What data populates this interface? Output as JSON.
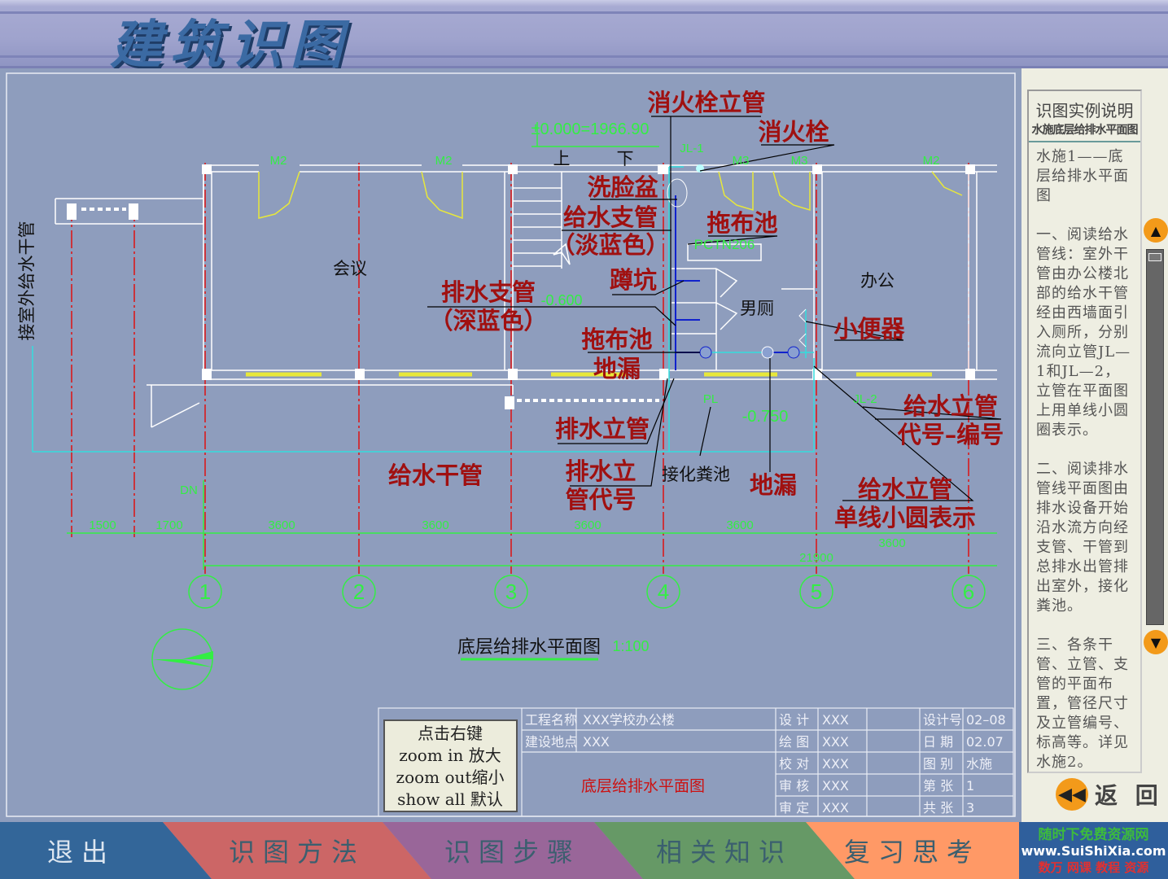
{
  "header": {
    "title": "建筑识图"
  },
  "drawing": {
    "labels": {
      "hydrant_riser": "消火栓立管",
      "hydrant": "消火栓",
      "washbasin": "洗脸盆",
      "supply_branch": "给水支管",
      "supply_branch_color": "（淡蓝色）",
      "mop_sink": "拖布池",
      "drain_branch": "排水支管",
      "drain_branch_color": "（深蓝色）",
      "squat_pan": "蹲坑",
      "mop_sink2": "拖布池",
      "floor_drain2": "地漏",
      "urinal": "小便器",
      "drain_riser": "排水立管",
      "supply_riser_code1": "给水立管",
      "supply_riser_code2": "代号–编号",
      "supply_main": "给水干管",
      "drain_riser_code1": "排水立",
      "drain_riser_code2": "管代号",
      "floor_drain": "地漏",
      "supply_riser_circle1": "给水立管",
      "supply_riser_circle2": "单线小圆表示"
    },
    "rooms": {
      "meeting": "会议",
      "office": "办公",
      "mens_toilet": "男厕",
      "up": "上",
      "down": "下",
      "septic": "接化粪池",
      "outdoor_main": "接室外给水干管"
    },
    "cad": {
      "datum": "±0.000=1966.90",
      "jl1": "JL-1",
      "jl2": "JL-2",
      "pl": "PL",
      "pctn": "PCTN206",
      "elev1": "-0.600",
      "elev2": "-0.750",
      "dn": "DN",
      "doors": [
        "M2",
        "M2",
        "M3",
        "M3",
        "M2"
      ]
    },
    "dims": [
      "1500",
      "1700",
      "3600",
      "3600",
      "3600",
      "3600",
      "3600"
    ],
    "total_dim": "21900",
    "axes": [
      "1",
      "2",
      "3",
      "4",
      "5",
      "6"
    ],
    "plan_title": "底层给排水平面图",
    "scale": "1:100"
  },
  "title_block": {
    "zoom_help": [
      "点击右键",
      "zoom in  放大",
      "zoom out缩小",
      "show all  默认"
    ],
    "project_label": "工程名称",
    "project": "XXX学校办公楼",
    "site_label": "建设地点",
    "site": "XXX",
    "drawing_name": "底层给排水平面图",
    "roles": [
      {
        "label": "设  计",
        "value": "XXX"
      },
      {
        "label": "绘  图",
        "value": "XXX"
      },
      {
        "label": "校  对",
        "value": "XXX"
      },
      {
        "label": "审  核",
        "value": "XXX"
      },
      {
        "label": "审  定",
        "value": "XXX"
      }
    ],
    "meta": [
      {
        "label": "设计号",
        "value": "02–08"
      },
      {
        "label": "日  期",
        "value": "02.07"
      },
      {
        "label": "图  别",
        "value": "水施"
      },
      {
        "label": "第  张",
        "value": "1"
      },
      {
        "label": "共  张",
        "value": "3"
      }
    ]
  },
  "side": {
    "title": "识图实例说明",
    "subtitle": "水施底层给排水平面图",
    "text": "水施1——底层给排水平面图\n\n一、阅读给水管线：室外干管由办公楼北部的给水干管经由西墙面引入厕所，分别流向立管JL—1和JL—2，立管在平面图上用单线小圆圈表示。\n\n二、阅读排水管线平面图由排水设备开始沿水流方向经支管、干管到总排水出管排出室外，接化粪池。\n\n三、各条干管、立管、支管的平面布置，管径尺寸及立管编号、标高等。详见水施2。",
    "back": "返 回"
  },
  "nav": [
    {
      "label": "退出",
      "color": "#336699",
      "text": "#dde6f0"
    },
    {
      "label": "识图方法",
      "color": "#cc6666"
    },
    {
      "label": "识图步骤",
      "color": "#996699"
    },
    {
      "label": "相关知识",
      "color": "#669966"
    },
    {
      "label": "复习思考",
      "color": "#ff9966"
    }
  ],
  "logo": {
    "line1": "随时下免费资源网",
    "line2": "www.SuiShiXia.com",
    "line3": "数万 网课 教程 资源"
  },
  "colors": {
    "label_red": "#a01010",
    "cad_green": "#33ee44",
    "axis_red": "#dd1111",
    "supply_cyan": "#33dddd",
    "drain_blue": "#1122cc"
  }
}
